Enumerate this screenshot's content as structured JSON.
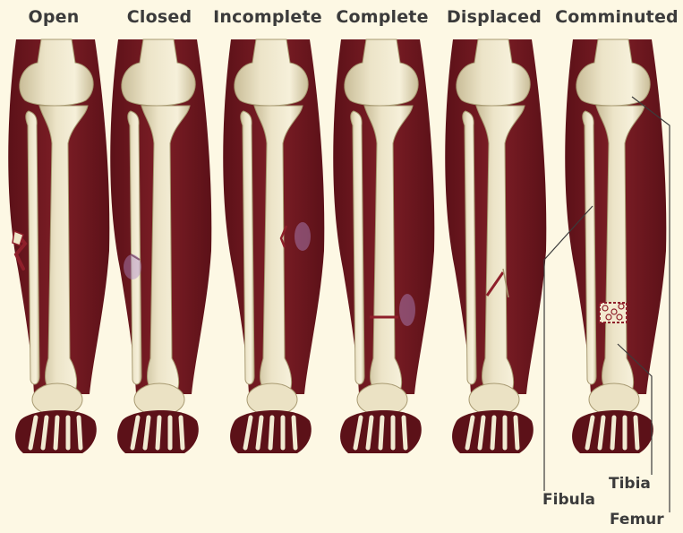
{
  "fracture_types": [
    {
      "label": "Open"
    },
    {
      "label": "Closed"
    },
    {
      "label": "Incomplete"
    },
    {
      "label": "Complete"
    },
    {
      "label": "Displaced"
    },
    {
      "label": "Comminuted"
    }
  ],
  "bone_labels": {
    "fibula": "Fibula",
    "tibia": "Tibia",
    "femur": "Femur"
  },
  "colors": {
    "background": "#fdf8e4",
    "muscle": "#7d1e26",
    "muscle_dark": "#5c1118",
    "bone": "#ece4c8",
    "bone_shadow": "#c9bd98",
    "fracture": "#8e1f2a",
    "bruise": "#b08ac8",
    "text": "#3b3b3b"
  }
}
